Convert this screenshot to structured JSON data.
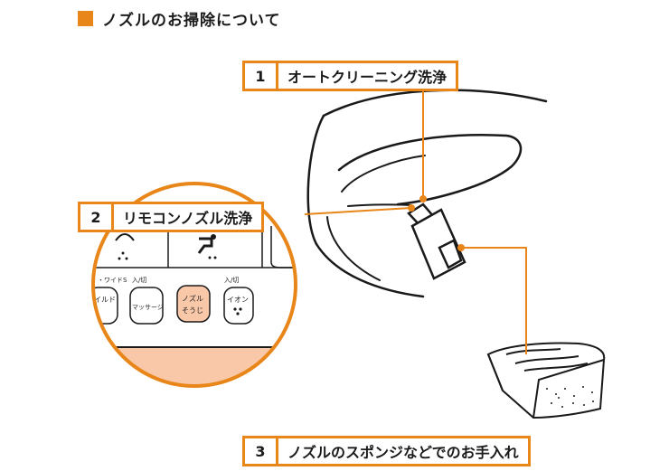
{
  "title": "ノズルのお掃除について",
  "colors": {
    "accent": "#e8861a",
    "line": "#1a1a1a",
    "highlight": "#f9c8a8"
  },
  "labels": [
    {
      "num": "1",
      "text": "オートクリーニング洗浄"
    },
    {
      "num": "2",
      "text": "リモコンノズル洗浄"
    },
    {
      "num": "3",
      "text": "ノズルのスポンジなどでのお手入れ"
    }
  ],
  "panel": {
    "top_left_label": "・ワイドS",
    "mid_label": "入/切",
    "right_label": "入/切",
    "btn_wide": "イルド",
    "btn_massage": "マッサージ",
    "btn_nozzle_line1": "ノズル",
    "btn_nozzle_line2": "そうじ",
    "btn_ion": "イオン"
  }
}
